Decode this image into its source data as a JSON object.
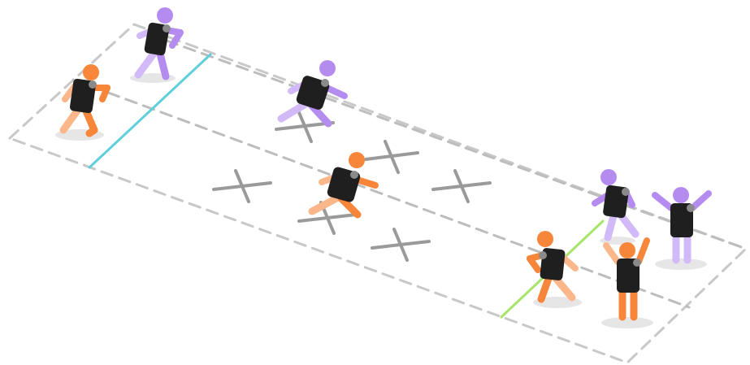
{
  "colors": {
    "background": "#ffffff",
    "court_line": "#c8c8c8",
    "center_line": "#bdbdbd",
    "left_zone_line": "#5fd0db",
    "right_zone_line": "#a6e46a",
    "x_mark": "#9a9a9a",
    "shadow": "#e6e6e6",
    "team_orange": "#f7863a",
    "team_orange_light": "#fbb78a",
    "team_purple": "#b48cf0",
    "team_purple_light": "#d2b9f8",
    "jersey": "#1f1f1f",
    "sleeve": "#8a8a8a"
  },
  "players": [
    {
      "name": "purple-runner-top-left",
      "team": "purple",
      "pose": "run"
    },
    {
      "name": "orange-runner-left",
      "team": "orange",
      "pose": "run"
    },
    {
      "name": "purple-jumper-center",
      "team": "purple",
      "pose": "leap"
    },
    {
      "name": "orange-jumper-center",
      "team": "orange",
      "pose": "leap"
    },
    {
      "name": "purple-runner-right",
      "team": "purple",
      "pose": "run"
    },
    {
      "name": "purple-cheer-right",
      "team": "purple",
      "pose": "cheer"
    },
    {
      "name": "orange-runner-right",
      "team": "orange",
      "pose": "run"
    },
    {
      "name": "orange-cheer-right",
      "team": "orange",
      "pose": "cheer"
    }
  ]
}
